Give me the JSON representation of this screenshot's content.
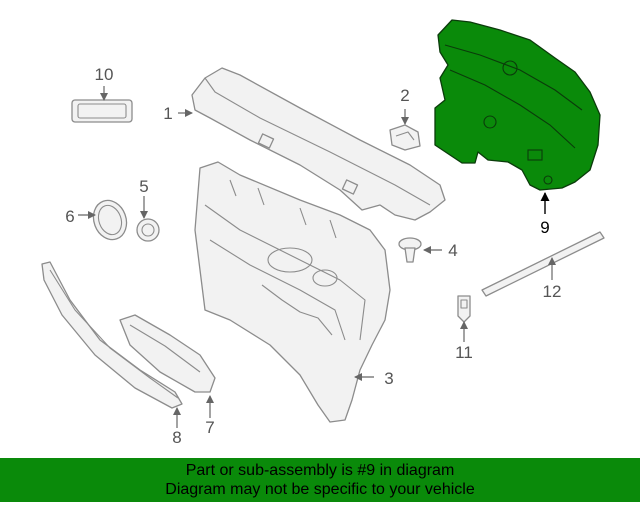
{
  "callouts": {
    "c1": "1",
    "c2": "2",
    "c3": "3",
    "c4": "4",
    "c5": "5",
    "c6": "6",
    "c7": "7",
    "c8": "8",
    "c9": "9",
    "c10": "10",
    "c11": "11",
    "c12": "12"
  },
  "highlight": {
    "part": "9",
    "color": "#0a8a0a"
  },
  "banner": {
    "line1": "Part or sub-assembly is #9 in diagram",
    "line2": "Diagram may not be specific to your vehicle"
  }
}
